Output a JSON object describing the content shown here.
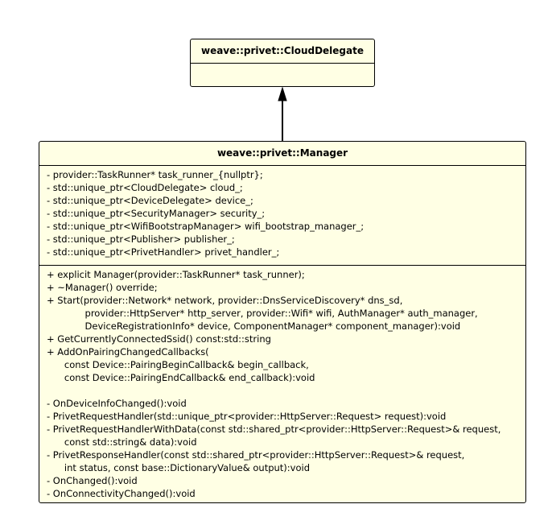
{
  "colors": {
    "class_fill": "#FFFFE4",
    "border": "#000000",
    "text": "#000000",
    "background": "#FFFFFF"
  },
  "diagram": {
    "classes": [
      {
        "id": "cloud-delegate",
        "name": "weave::privet::CloudDelegate",
        "attributes": [],
        "operations": []
      },
      {
        "id": "manager",
        "name": "weave::privet::Manager",
        "attributes": [
          "- provider::TaskRunner* task_runner_{nullptr};",
          "- std::unique_ptr<CloudDelegate> cloud_;",
          "- std::unique_ptr<DeviceDelegate> device_;",
          "- std::unique_ptr<SecurityManager> security_;",
          "- std::unique_ptr<WifiBootstrapManager> wifi_bootstrap_manager_;",
          "- std::unique_ptr<Publisher> publisher_;",
          "- std::unique_ptr<PrivetHandler> privet_handler_;"
        ],
        "operations": [
          "+ explicit Manager(provider::TaskRunner* task_runner);",
          "+ ~Manager() override;",
          "+ Start(provider::Network* network, provider::DnsServiceDiscovery* dns_sd,",
          "             provider::HttpServer* http_server, provider::Wifi* wifi, AuthManager* auth_manager,",
          "             DeviceRegistrationInfo* device, ComponentManager* component_manager):void",
          "+ GetCurrentlyConnectedSsid() const:std::string",
          "+ AddOnPairingChangedCallbacks(",
          "      const Device::PairingBeginCallback& begin_callback,",
          "      const Device::PairingEndCallback& end_callback):void",
          "",
          "- OnDeviceInfoChanged():void",
          "- PrivetRequestHandler(std::unique_ptr<provider::HttpServer::Request> request):void",
          "- PrivetRequestHandlerWithData(const std::shared_ptr<provider::HttpServer::Request>& request,",
          "      const std::string& data):void",
          "- PrivetResponseHandler(const std::shared_ptr<provider::HttpServer::Request>& request,",
          "      int status, const base::DictionaryValue& output):void",
          "- OnChanged():void",
          "- OnConnectivityChanged():void"
        ]
      }
    ],
    "relations": [
      {
        "type": "generalization",
        "from": "manager",
        "to": "cloud-delegate"
      }
    ]
  }
}
